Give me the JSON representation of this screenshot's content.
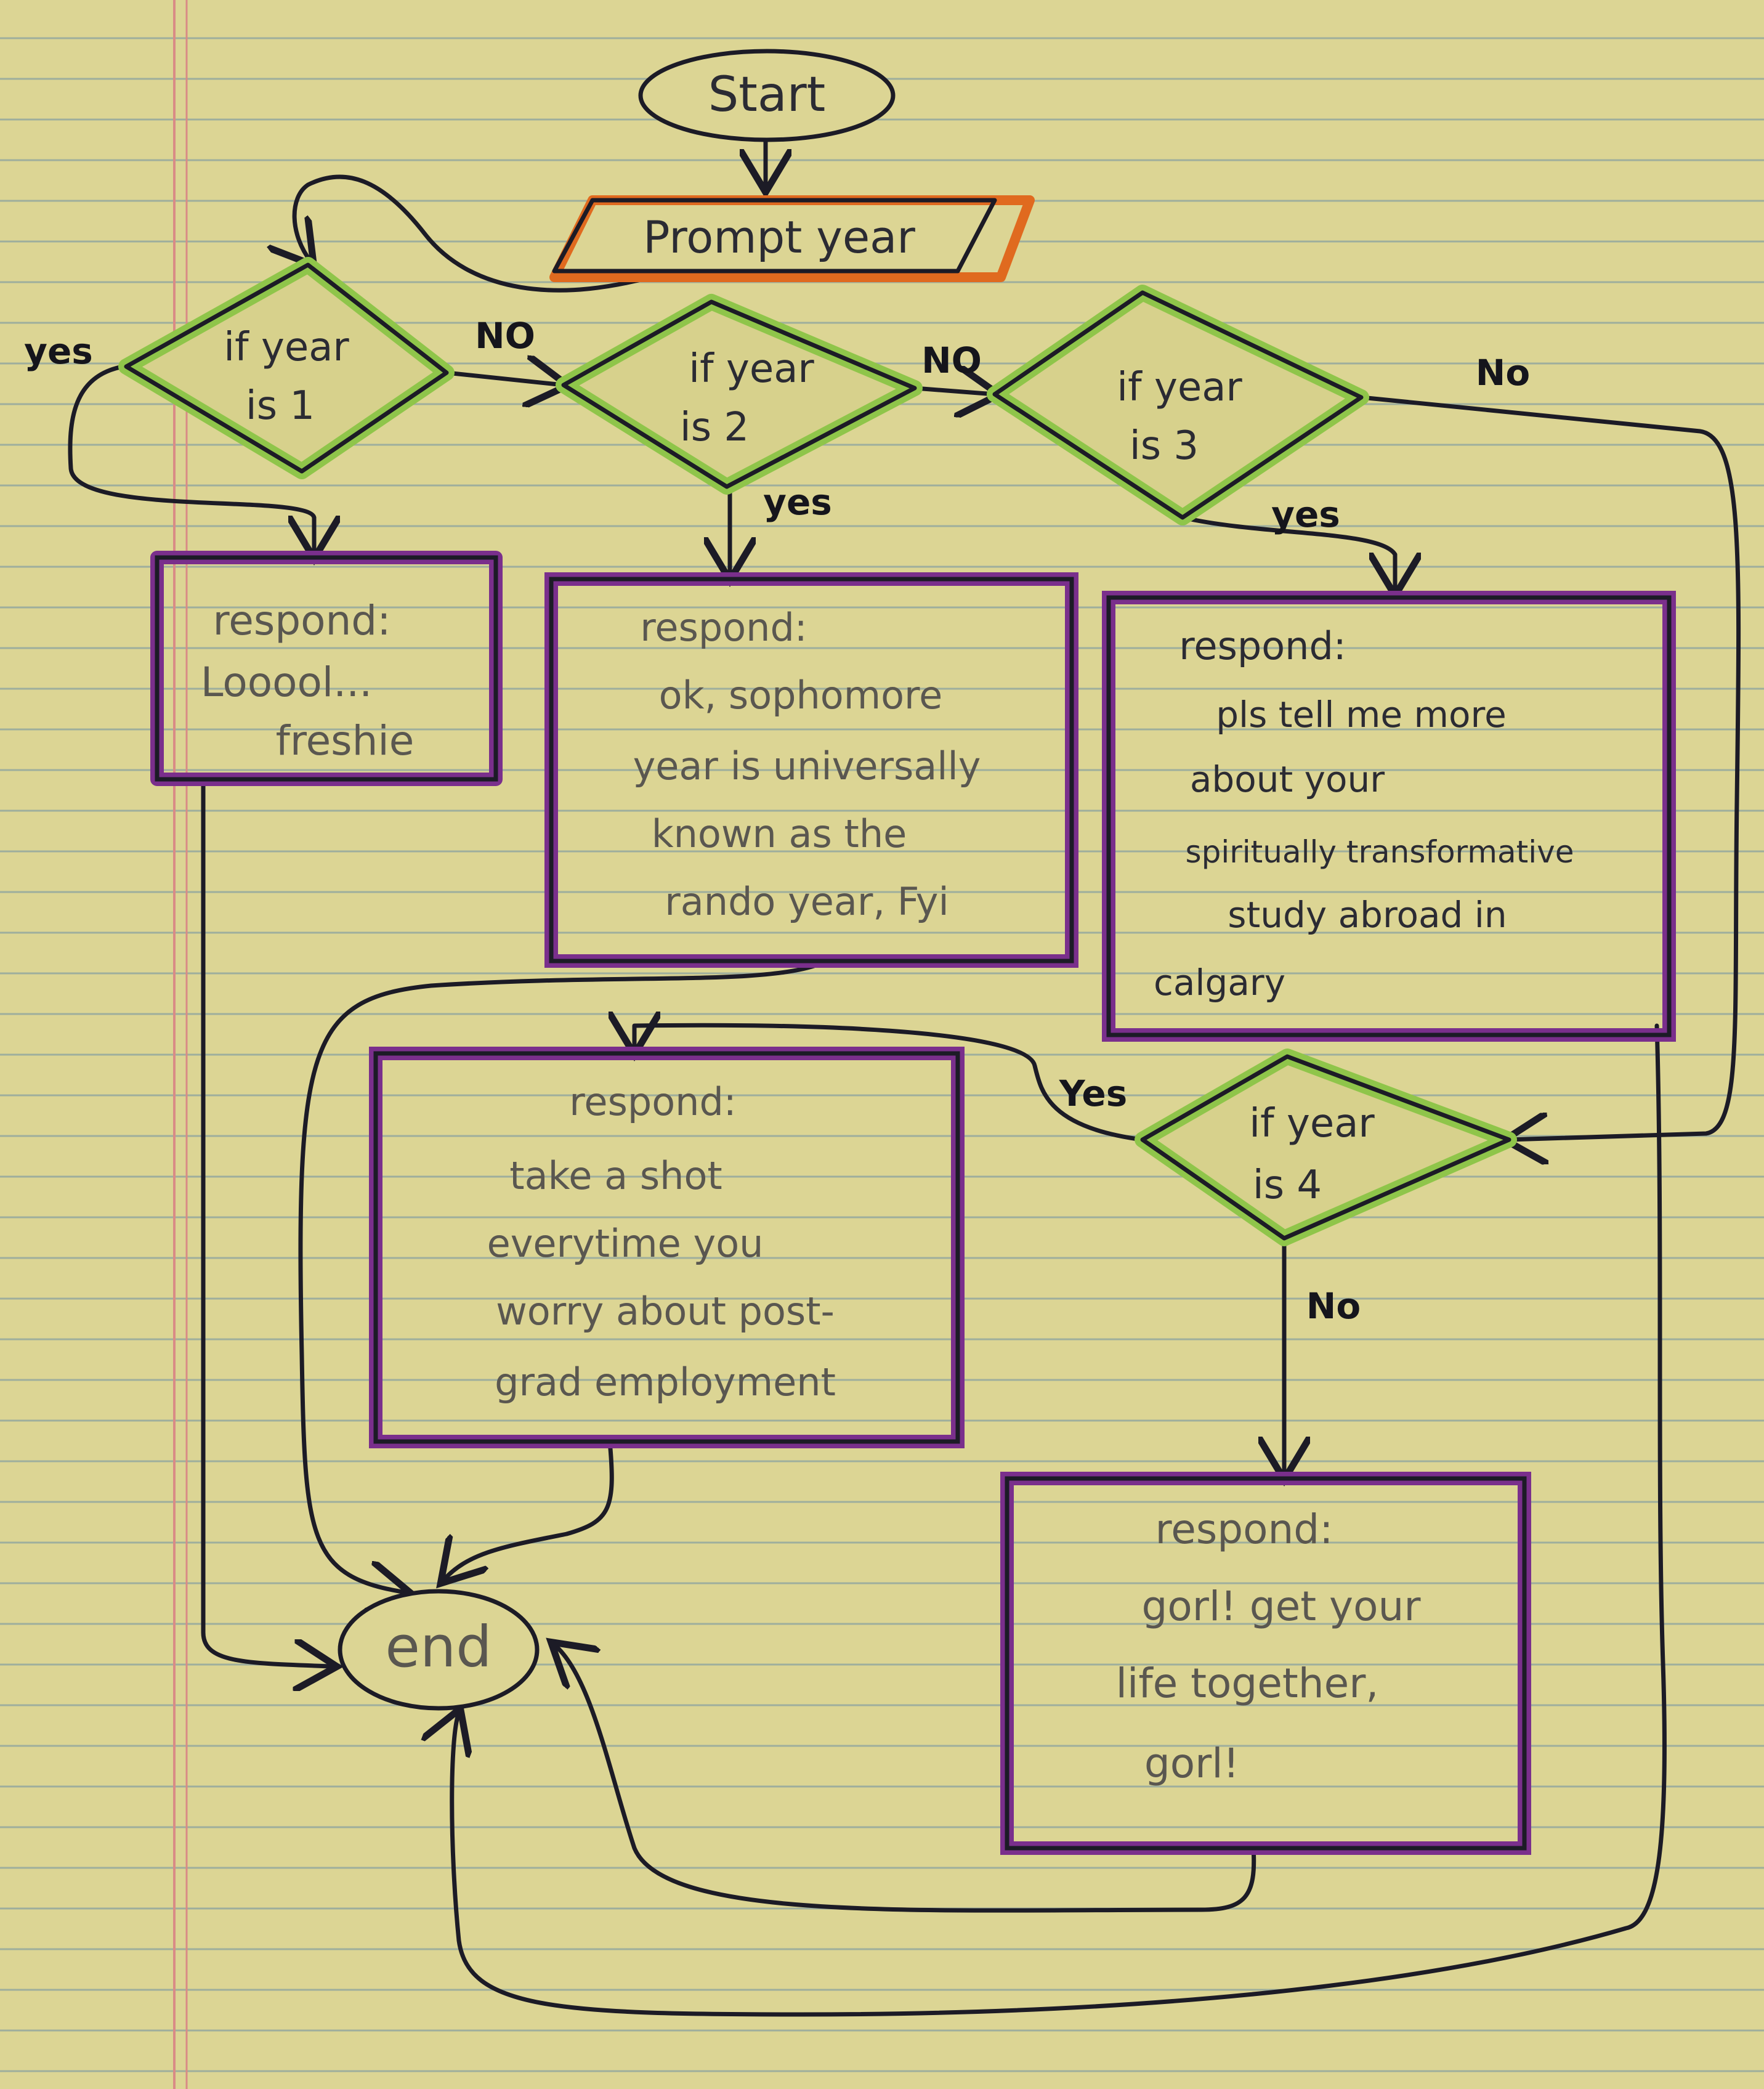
{
  "colors": {
    "paper": "#dcd594",
    "rule_line": "#6d8fa6",
    "margin_line": "#d98b86",
    "ink": "#1c1b26",
    "decision_fill": "#8fc54a",
    "process_border": "#7a2f8c",
    "prompt_border": "#e06a1f",
    "text": "#55524a"
  },
  "nodes": {
    "start": {
      "label": "Start"
    },
    "prompt": {
      "label": "Prompt year"
    },
    "d1": {
      "lines": [
        "if year",
        "is 1"
      ]
    },
    "d2": {
      "lines": [
        "if year",
        "is 2"
      ]
    },
    "d3": {
      "lines": [
        "if year",
        "is 3"
      ]
    },
    "d4": {
      "lines": [
        "if year",
        "is 4"
      ]
    },
    "r1": {
      "lines": [
        "respond:",
        "Looool...",
        "freshie"
      ]
    },
    "r2": {
      "lines": [
        "respond:",
        "ok, sophomore",
        "year is universally",
        "known as the",
        "rando year, Fyi"
      ]
    },
    "r3": {
      "lines": [
        "respond:",
        "pls tell me more",
        "about your",
        "spiritually transformative",
        "study abroad in",
        "calgary"
      ]
    },
    "r4": {
      "lines": [
        "respond:",
        "take a shot",
        "everytime you",
        "worry about post-",
        "grad employment"
      ]
    },
    "r5": {
      "lines": [
        "respond:",
        "gorl! get your",
        "life together,",
        "gorl!"
      ]
    },
    "end": {
      "label": "end"
    }
  },
  "edge_labels": {
    "d1_yes": "yes",
    "d1_no": "NO",
    "d2_no": "NO",
    "d2_yes": "yes",
    "d3_no": "No",
    "d3_yes": "yes",
    "d4_yes": "Yes",
    "d4_no": "No"
  }
}
